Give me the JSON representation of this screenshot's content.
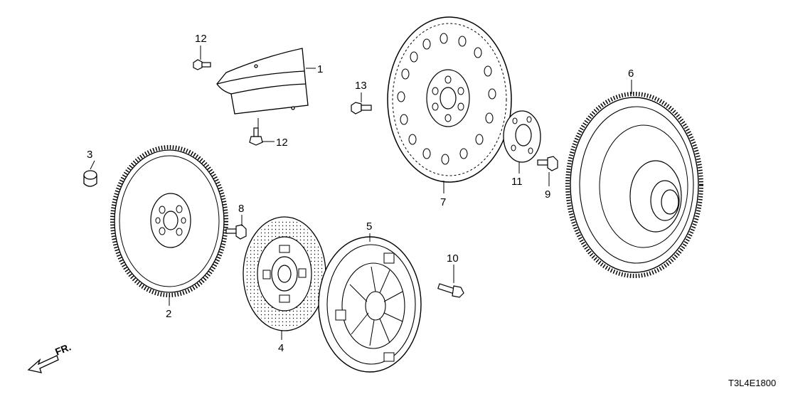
{
  "diagram_code": "T3L4E1800",
  "front_indicator": "FR.",
  "callouts": {
    "c1": "1",
    "c2": "2",
    "c3": "3",
    "c4": "4",
    "c5": "5",
    "c6": "6",
    "c7": "7",
    "c8": "8",
    "c9": "9",
    "c10": "10",
    "c11": "11",
    "c12a": "12",
    "c12b": "12",
    "c13": "13"
  }
}
